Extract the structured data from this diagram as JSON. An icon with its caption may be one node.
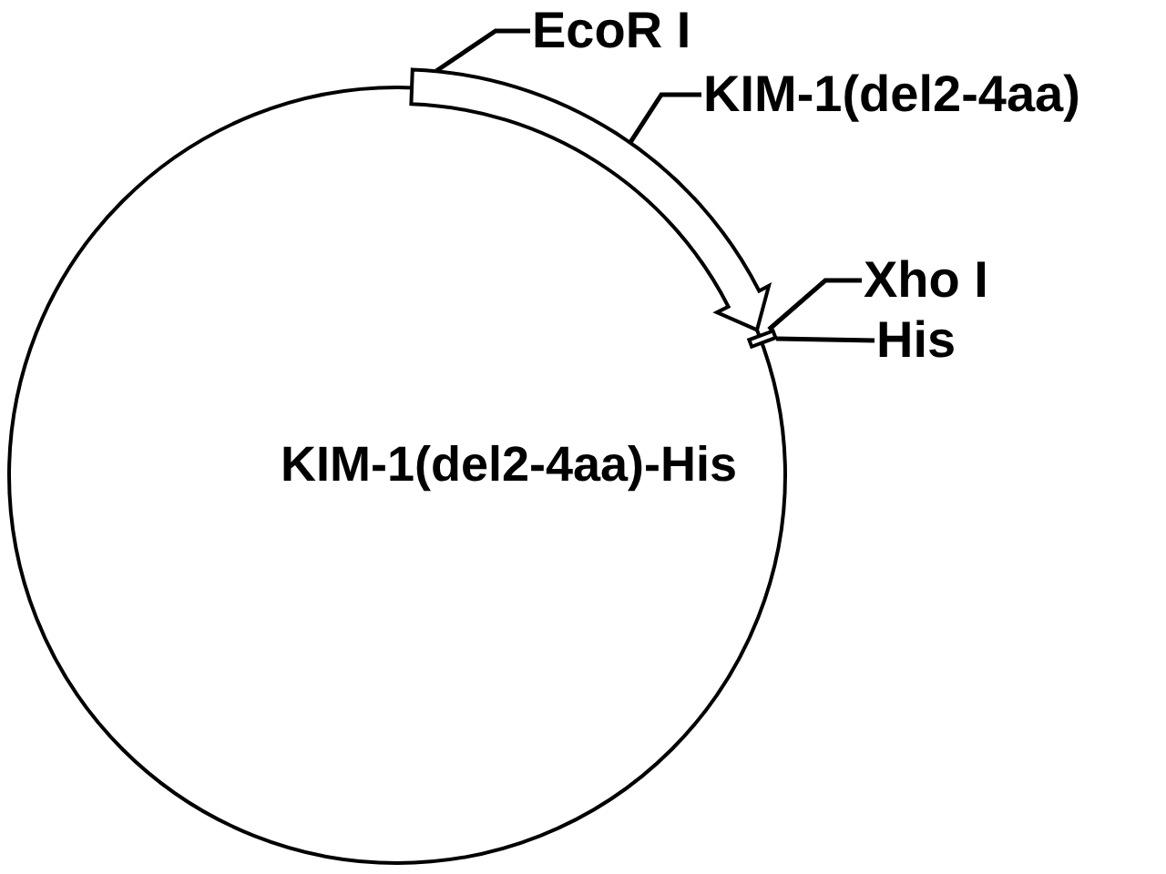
{
  "diagram": {
    "nodes": [
      {
        "text": [
          "KIM-1(del2-4aa)-His"
        ]
      },
      {
        "text": [
          "EcoR I"
        ]
      },
      {
        "text": [
          "KIM-1(del2-4aa)"
        ]
      },
      {
        "text": [
          "Xho I"
        ]
      },
      {
        "text": [
          "His"
        ]
      },
      {
        "text": [],
        "shape": "arrow"
      },
      {
        "text": [],
        "shape": "box"
      }
    ],
    "edges": [
      {
        "from": 1,
        "to": 5,
        "arrow": "none"
      },
      {
        "from": 2,
        "to": 5,
        "arrow": "none"
      },
      {
        "from": 3,
        "to": 6,
        "arrow": "none"
      },
      {
        "from": 4,
        "to": 6,
        "arrow": "none"
      }
    ]
  }
}
